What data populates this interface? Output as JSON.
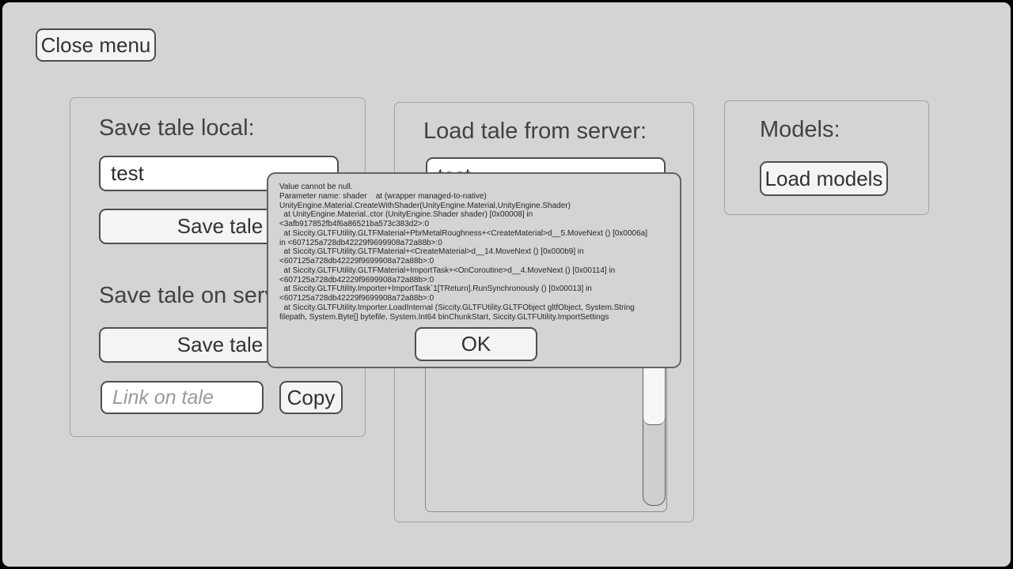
{
  "top_bar": {
    "close_button_label": "Close menu"
  },
  "save_panel": {
    "title": "Save tale local:",
    "name_input": {
      "value": "test"
    },
    "save_button_label": "Save tale",
    "server_title": "Save tale on server:",
    "server_save_button_label": "Save tale",
    "link_input": {
      "placeholder": "Link on tale"
    },
    "copy_button_label": "Copy"
  },
  "load_panel": {
    "title": "Load tale from server:",
    "name_input": {
      "value": "test"
    }
  },
  "models_panel": {
    "title": "Models:",
    "load_button_label": "Load models"
  },
  "error_dialog": {
    "lines": [
      "Value cannot be null.",
      "Parameter name: shader    at (wrapper managed-to-native)",
      "UnityEngine.Material.CreateWithShader(UnityEngine.Material,UnityEngine.Shader)",
      "  at UnityEngine.Material..ctor (UnityEngine.Shader shader) [0x00008] in",
      "<3afb917852fb4f6a86521ba573c383d2>:0",
      "  at Siccity.GLTFUtility.GLTFMaterial+PbrMetalRoughness+<CreateMaterial>d__5.MoveNext () [0x0006a]",
      "in <607125a728db42229f9699908a72a88b>:0",
      "  at Siccity.GLTFUtility.GLTFMaterial+<CreateMaterial>d__14.MoveNext () [0x000b9] in",
      "<607125a728db42229f9699908a72a88b>:0",
      "  at Siccity.GLTFUtility.GLTFMaterial+ImportTask+<OnCoroutine>d__4.MoveNext () [0x00114] in",
      "<607125a728db42229f9699908a72a88b>:0",
      "  at Siccity.GLTFUtility.Importer+ImportTask`1[TReturn].RunSynchronously () [0x00013] in",
      "<607125a728db42229f9699908a72a88b>:0",
      "  at Siccity.GLTFUtility.Importer.LoadInternal (Siccity.GLTFUtility.GLTFObject gltfObject, System.String",
      "filepath, System.Byte[] bytefile, System.Int64 binChunkStart, Siccity.GLTFUtility.ImportSettings"
    ],
    "ok_button_label": "OK"
  },
  "colors": {
    "frame": "#000000",
    "screen_bg": "#d4d4d4",
    "panel_border": "#a2a2a2",
    "control_border": "#4e4e4e",
    "button_bg": "#f4f4f4",
    "input_bg": "#ffffff",
    "dialog_border": "#636363",
    "scroll_thumb": "#f6f6f6",
    "scroll_track": "#cfcfcf",
    "heading_text": "#424242",
    "trace_text": "#262626"
  }
}
